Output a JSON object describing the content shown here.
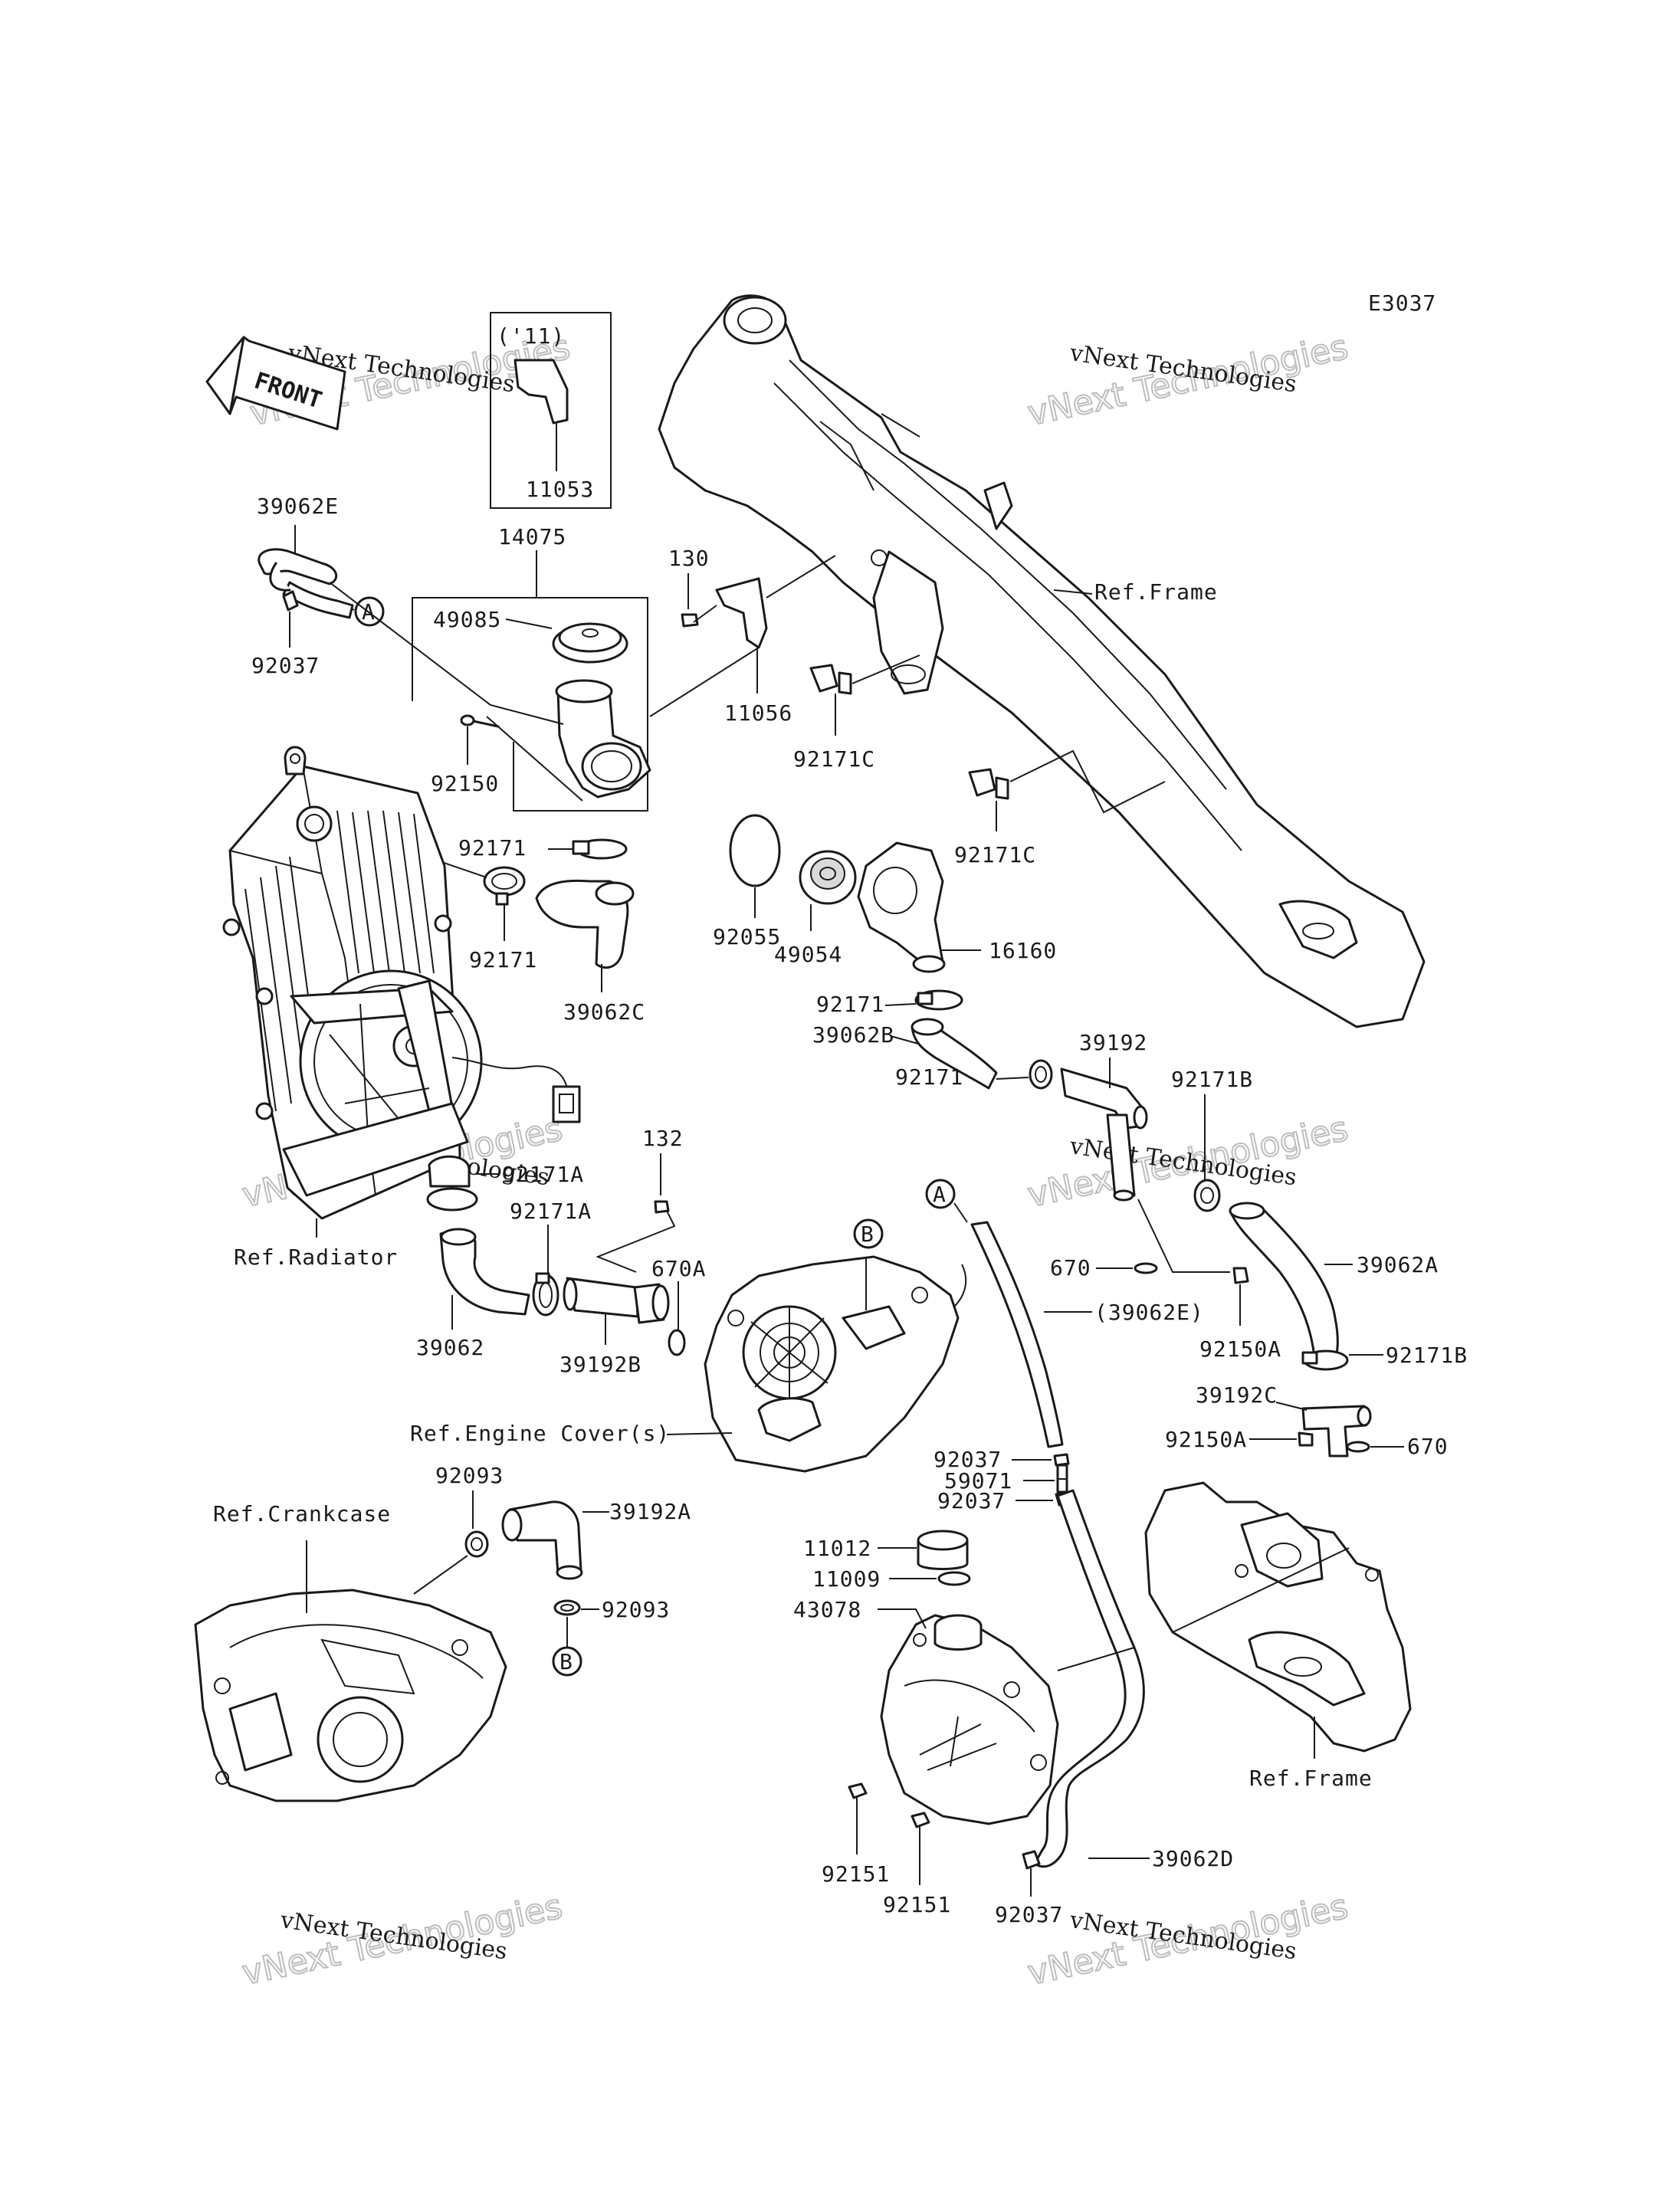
{
  "diagram_code": "E3037",
  "front_label": "FRONT",
  "variant_note": "('11)",
  "watermark_big": "vNext Technologies",
  "watermark_small": "vNext Technologies",
  "circle_refs": {
    "a": "A",
    "b": "B"
  },
  "parts": {
    "p39062E": "39062E",
    "p92037_top": "92037",
    "p11053": "11053",
    "p14075": "14075",
    "p49085": "49085",
    "p130": "130",
    "p11056": "11056",
    "p92171C_1": "92171C",
    "p92171C_2": "92171C",
    "p92150": "92150",
    "p92171_left": "92171",
    "p92171_a": "92171",
    "p92055": "92055",
    "p49054": "49054",
    "p16160": "16160",
    "p39062C": "39062C",
    "p92171_mid": "92171",
    "p39062B": "39062B",
    "p39192": "39192",
    "p92171_low": "92171",
    "p92171B_top": "92171B",
    "p132": "132",
    "p92171A_1": "92171A",
    "p92171A_2": "92171A",
    "p670A": "670A",
    "p670": "670",
    "p39062A": "39062A",
    "p39062E_paren": "(39062E)",
    "p39062": "39062",
    "p39192B": "39192B",
    "p92150A_1": "92150A",
    "p92171B_low": "92171B",
    "p39192C": "39192C",
    "p92150A_2": "92150A",
    "p670_b": "670",
    "p92037_a": "92037",
    "p59071": "59071",
    "p92037_b": "92037",
    "p92093_top": "92093",
    "p39192A": "39192A",
    "p92093_low": "92093",
    "p11012": "11012",
    "p11009": "11009",
    "p43078": "43078",
    "p92151_a": "92151",
    "p92151_b": "92151",
    "p39062D": "39062D",
    "p92037_c": "92037"
  },
  "refs": {
    "frame_top": "Ref.Frame",
    "radiator": "Ref.Radiator",
    "engine_cover": "Ref.Engine Cover(s)",
    "crankcase": "Ref.Crankcase",
    "frame_low": "Ref.Frame"
  }
}
